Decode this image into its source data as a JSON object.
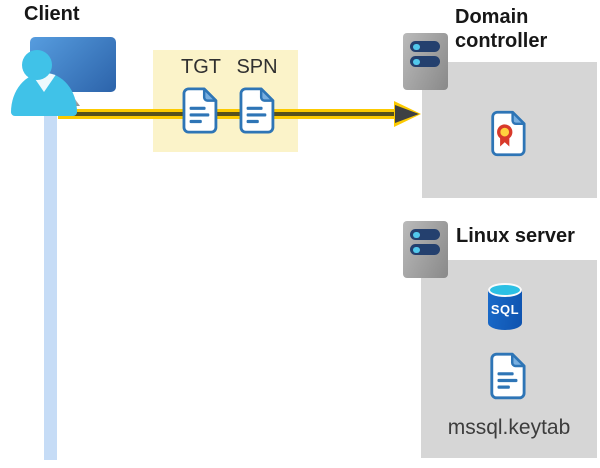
{
  "client": {
    "label": "Client"
  },
  "ticket_box": {
    "tickets": [
      {
        "label": "TGT"
      },
      {
        "label": "SPN"
      }
    ]
  },
  "domain_controller": {
    "label": "Domain controller"
  },
  "linux_server": {
    "label": "Linux server",
    "database_label": "SQL",
    "keytab_filename": "mssql.keytab"
  },
  "colors": {
    "highlight_box": "#fbf3c9",
    "panel_gray": "#d6d6d6",
    "arrow_yellow": "#fcca00",
    "arrow_stripe": "#57511b",
    "arrow_head": "#3d4043",
    "document_blue": "#2e75b6",
    "person_cyan": "#40c2e8",
    "lifeline_blue": "#c6dcf6",
    "monitor_blue": "#2c63aa",
    "server_bar_navy": "#24406e",
    "sql_blue": "#1a6bca",
    "sql_top_cyan": "#2cc0e4",
    "certificate_red": "#d8392a",
    "certificate_gold": "#ffd23e"
  }
}
